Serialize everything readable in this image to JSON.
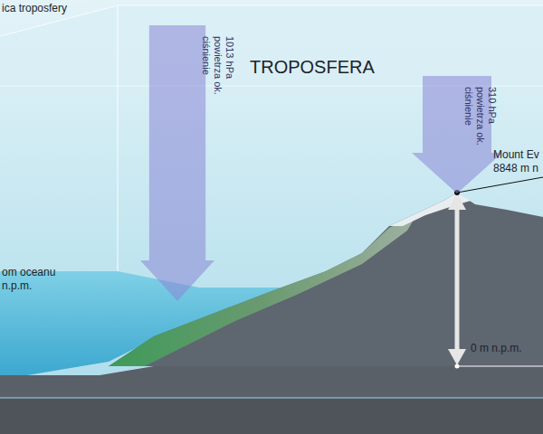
{
  "diagram": {
    "nodes": [
      {
        "text": [
          "ciśnienie powietrza ok. 1013 hPa"
        ]
      },
      {
        "text": [
          "ciśnienie powietrza ok. 310 hPa"
        ]
      }
    ],
    "labels": [
      "ica troposfery",
      "TROPOSFERA",
      "Mount Ev 8848 m n",
      "om oceanu n.p.m.",
      "0 m n.p.m."
    ]
  }
}
